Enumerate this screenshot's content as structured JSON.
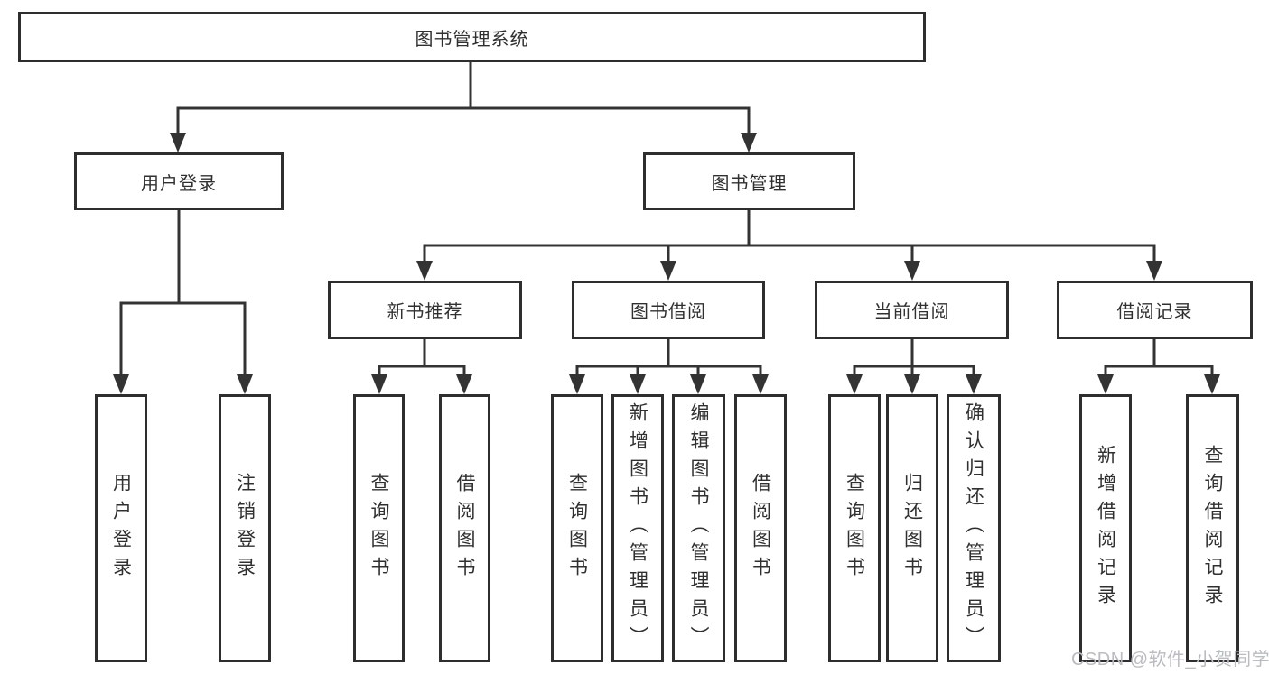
{
  "diagram_title": "图书管理系统",
  "watermark": {
    "text": "CSDN @软件_小贺同学"
  },
  "colors": {
    "line": "#333333",
    "box_border": "#2e2e2e",
    "text": "#303030",
    "background": "#ffffff",
    "watermark": "#b9bcc0"
  },
  "tree": {
    "label": "图书管理系统",
    "children": [
      {
        "label": "用户登录",
        "children": [
          {
            "label": "用户登录"
          },
          {
            "label": "注销登录"
          }
        ]
      },
      {
        "label": "图书管理",
        "children": [
          {
            "label": "新书推荐",
            "children": [
              {
                "label": "查询图书"
              },
              {
                "label": "借阅图书"
              }
            ]
          },
          {
            "label": "图书借阅",
            "children": [
              {
                "label": "查询图书"
              },
              {
                "label": "新增图书（管理员）"
              },
              {
                "label": "编辑图书（管理员）"
              },
              {
                "label": "借阅图书"
              }
            ]
          },
          {
            "label": "当前借阅",
            "children": [
              {
                "label": "查询图书"
              },
              {
                "label": "归还图书"
              },
              {
                "label": "确认归还（管理员）"
              }
            ]
          },
          {
            "label": "借阅记录",
            "children": [
              {
                "label": "新增借阅记录"
              },
              {
                "label": "查询借阅记录"
              }
            ]
          }
        ]
      }
    ]
  }
}
